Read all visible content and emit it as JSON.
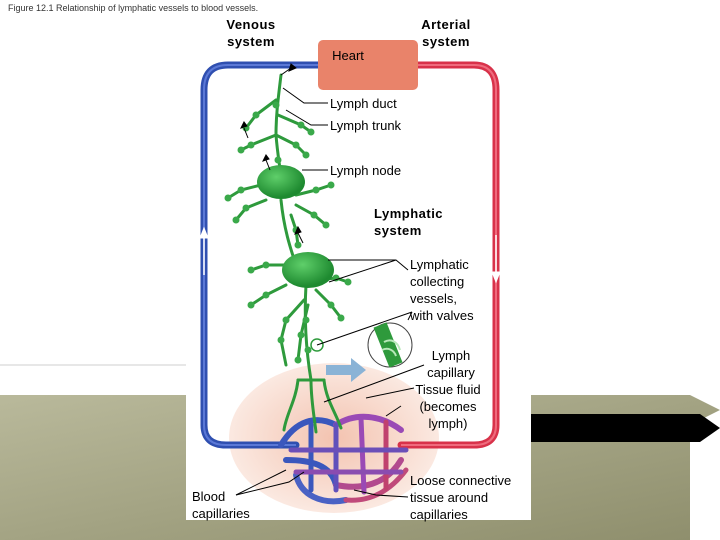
{
  "figure": {
    "caption": "Figure 12.1 Relationship of lymphatic vessels to blood vessels."
  },
  "labels": {
    "venous_system": "Venous\nsystem",
    "arterial_system": "Arterial\nsystem",
    "heart": "Heart",
    "lymph_duct": "Lymph duct",
    "lymph_trunk": "Lymph trunk",
    "lymph_node": "Lymph node",
    "lymphatic_system": "Lymphatic\nsystem",
    "lymphatic_collecting_vessels": "Lymphatic\ncollecting\nvessels,\nwith valves",
    "lymph_capillary": "Lymph\ncapillary",
    "tissue_fluid": "Tissue fluid\n(becomes\nlymph)",
    "blood_capillaries": "Blood\ncapillaries",
    "loose_connective_tissue": "Loose connective\ntissue around\ncapillaries"
  },
  "colors": {
    "venous": "#2f4fb0",
    "arterial": "#d8324a",
    "heart": "#e9836a",
    "lymph": "#2e9a3c",
    "lymph_dark": "#1d7a2c",
    "tissue": "#f6d2c4",
    "slide_olive": "#a3a382",
    "slide_black": "#000000"
  }
}
